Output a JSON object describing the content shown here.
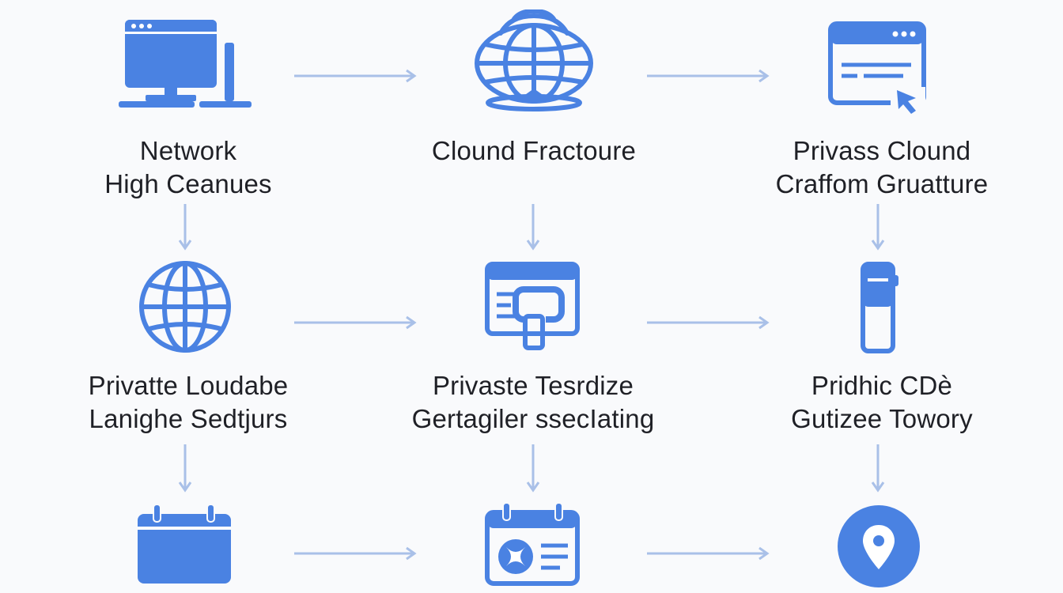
{
  "diagram": {
    "accent_color": "#4a82e2",
    "arrow_color": "#a9c0e8",
    "nodes": [
      {
        "id": "n1",
        "icon": "desktop-computer-icon",
        "lines": [
          "Network",
          "High Ceanues"
        ]
      },
      {
        "id": "n2",
        "icon": "cloud-globe-icon",
        "lines": [
          "Clound Fractoure"
        ]
      },
      {
        "id": "n3",
        "icon": "browser-window-cursor-icon",
        "lines": [
          "Privass Clound",
          "Craffom Gruatture"
        ]
      },
      {
        "id": "n4",
        "icon": "globe-icon",
        "lines": [
          "Privatte Loudabe",
          "Lanighe Sedtjurs"
        ]
      },
      {
        "id": "n5",
        "icon": "window-paint-roller-icon",
        "lines": [
          "Privaste Tesrdize",
          "Gertagiler ssecIating"
        ]
      },
      {
        "id": "n6",
        "icon": "storage-cylinder-icon",
        "lines": [
          "Pridhic CDè",
          "Gutizee Towory"
        ]
      },
      {
        "id": "n7",
        "icon": "calendar-icon",
        "lines": []
      },
      {
        "id": "n8",
        "icon": "calendar-schedule-icon",
        "lines": []
      },
      {
        "id": "n9",
        "icon": "location-pin-icon",
        "lines": []
      }
    ]
  }
}
